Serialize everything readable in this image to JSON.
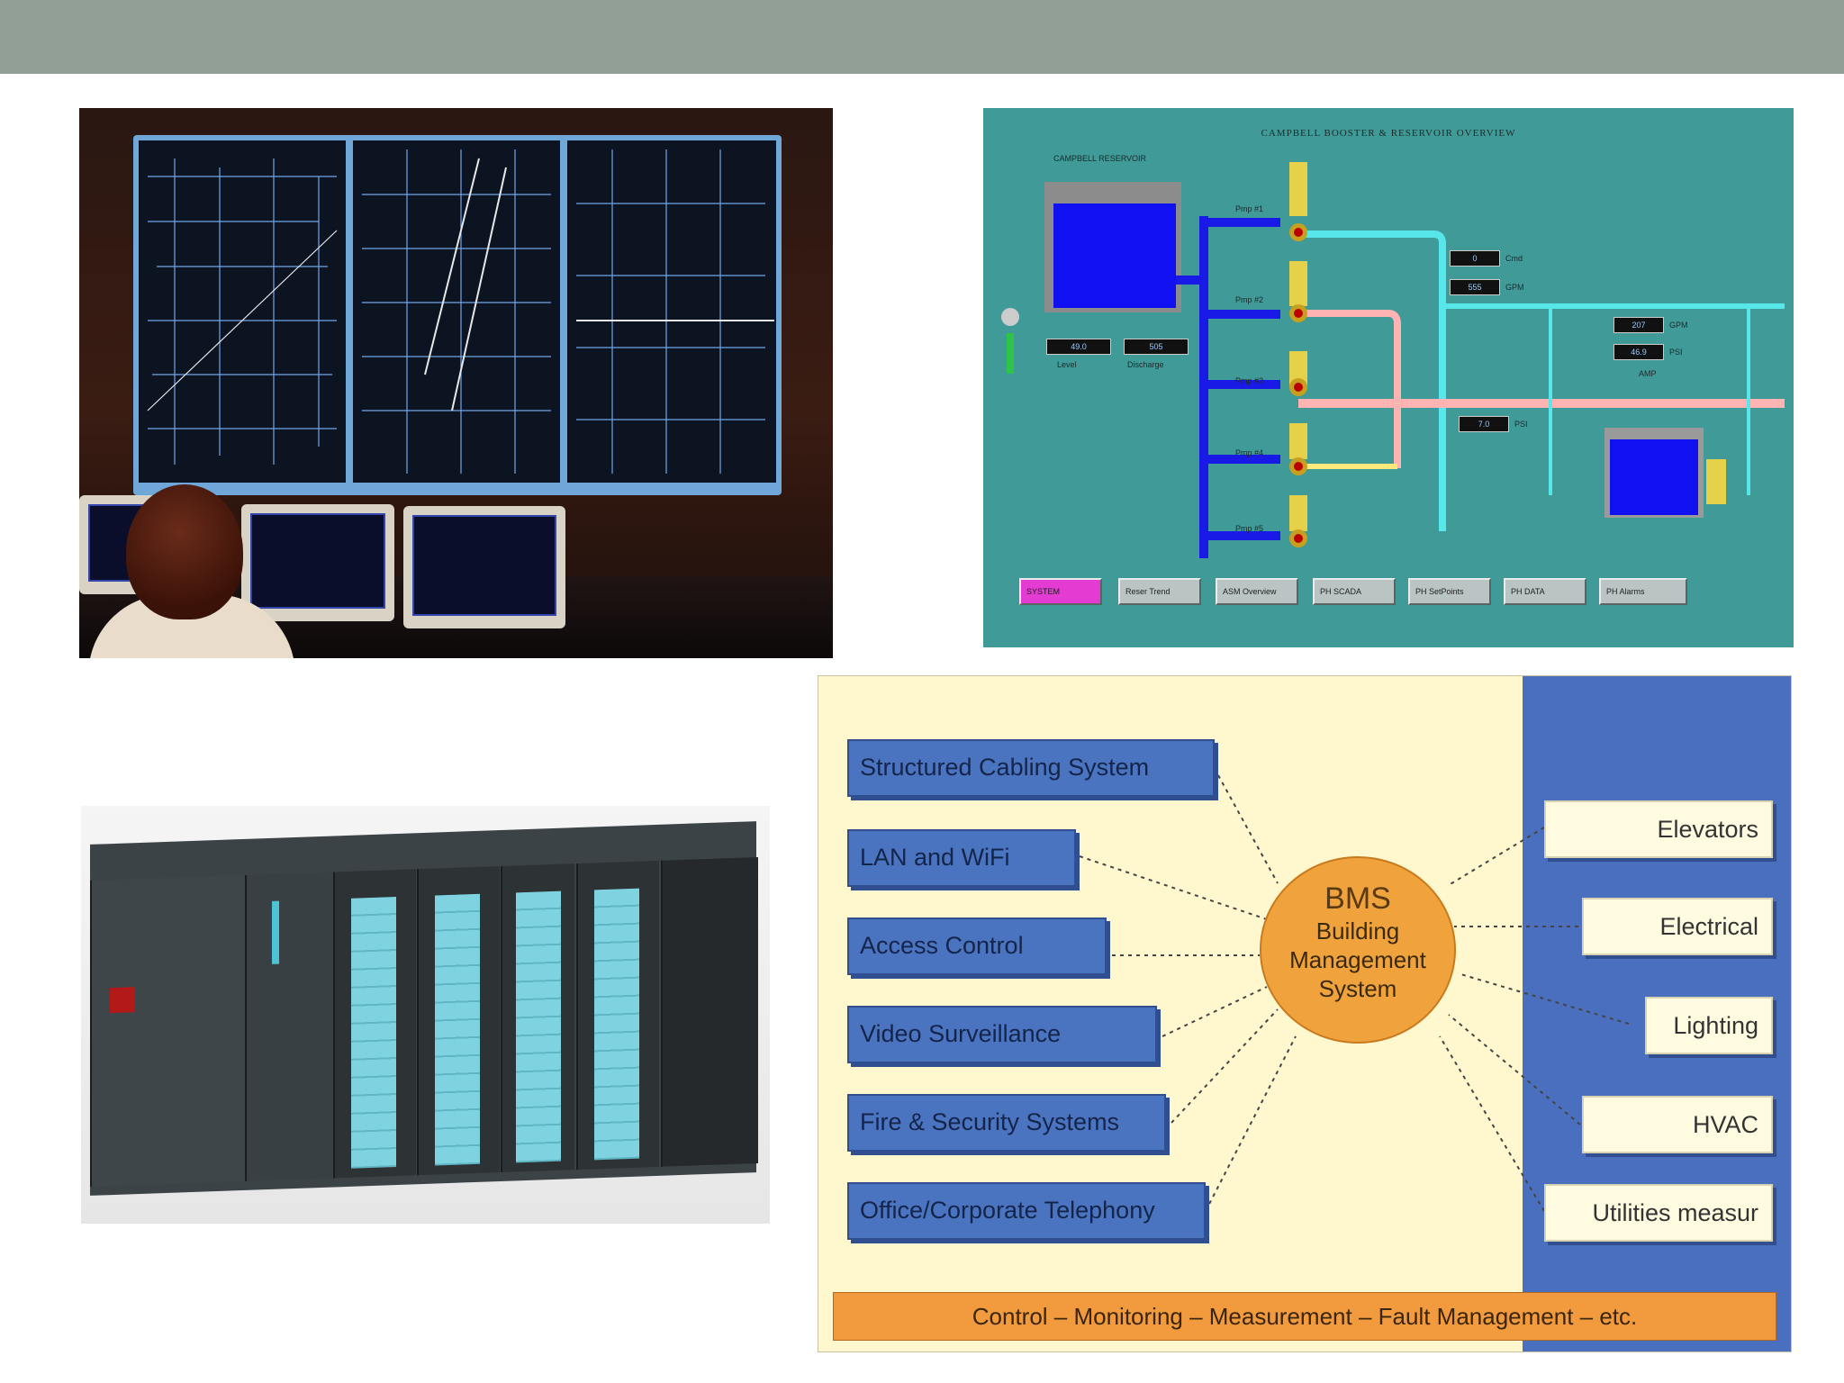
{
  "slide": {
    "header_color": "#929f97"
  },
  "scada": {
    "title": "CAMPBELL BOOSTER & RESERVOIR OVERVIEW",
    "subtitle": "CAMPBELL RESERVOIR",
    "pump_labels": [
      "Pmp #1",
      "Pmp #2",
      "Pmp #3",
      "Pmp #4",
      "Pmp #5"
    ],
    "readouts": [
      "49.0",
      "505",
      "0",
      "555",
      "207",
      "46.9",
      "7.0"
    ],
    "readout_labels": [
      "Level",
      "Discharge",
      "Cmd",
      "GPM",
      "PSI",
      "AMP",
      "GPM",
      "PSI"
    ],
    "buttons": [
      "SYSTEM",
      "Reser Trend",
      "ASM Overview",
      "PH SCADA",
      "PH SetPoints",
      "PH DATA",
      "PH Alarms"
    ]
  },
  "bms": {
    "hub": {
      "title": "BMS",
      "line1": "Building",
      "line2": "Management",
      "line3": "System"
    },
    "left_items": [
      "Structured Cabling System",
      "LAN and WiFi",
      "Access Control",
      "Video Surveillance",
      "Fire & Security Systems",
      "Office/Corporate Telephony"
    ],
    "right_items": [
      "Elevators",
      "Electrical",
      "Lighting",
      "HVAC",
      "Utilities measur"
    ],
    "footer": "Control – Monitoring – Measurement – Fault Management – etc."
  }
}
